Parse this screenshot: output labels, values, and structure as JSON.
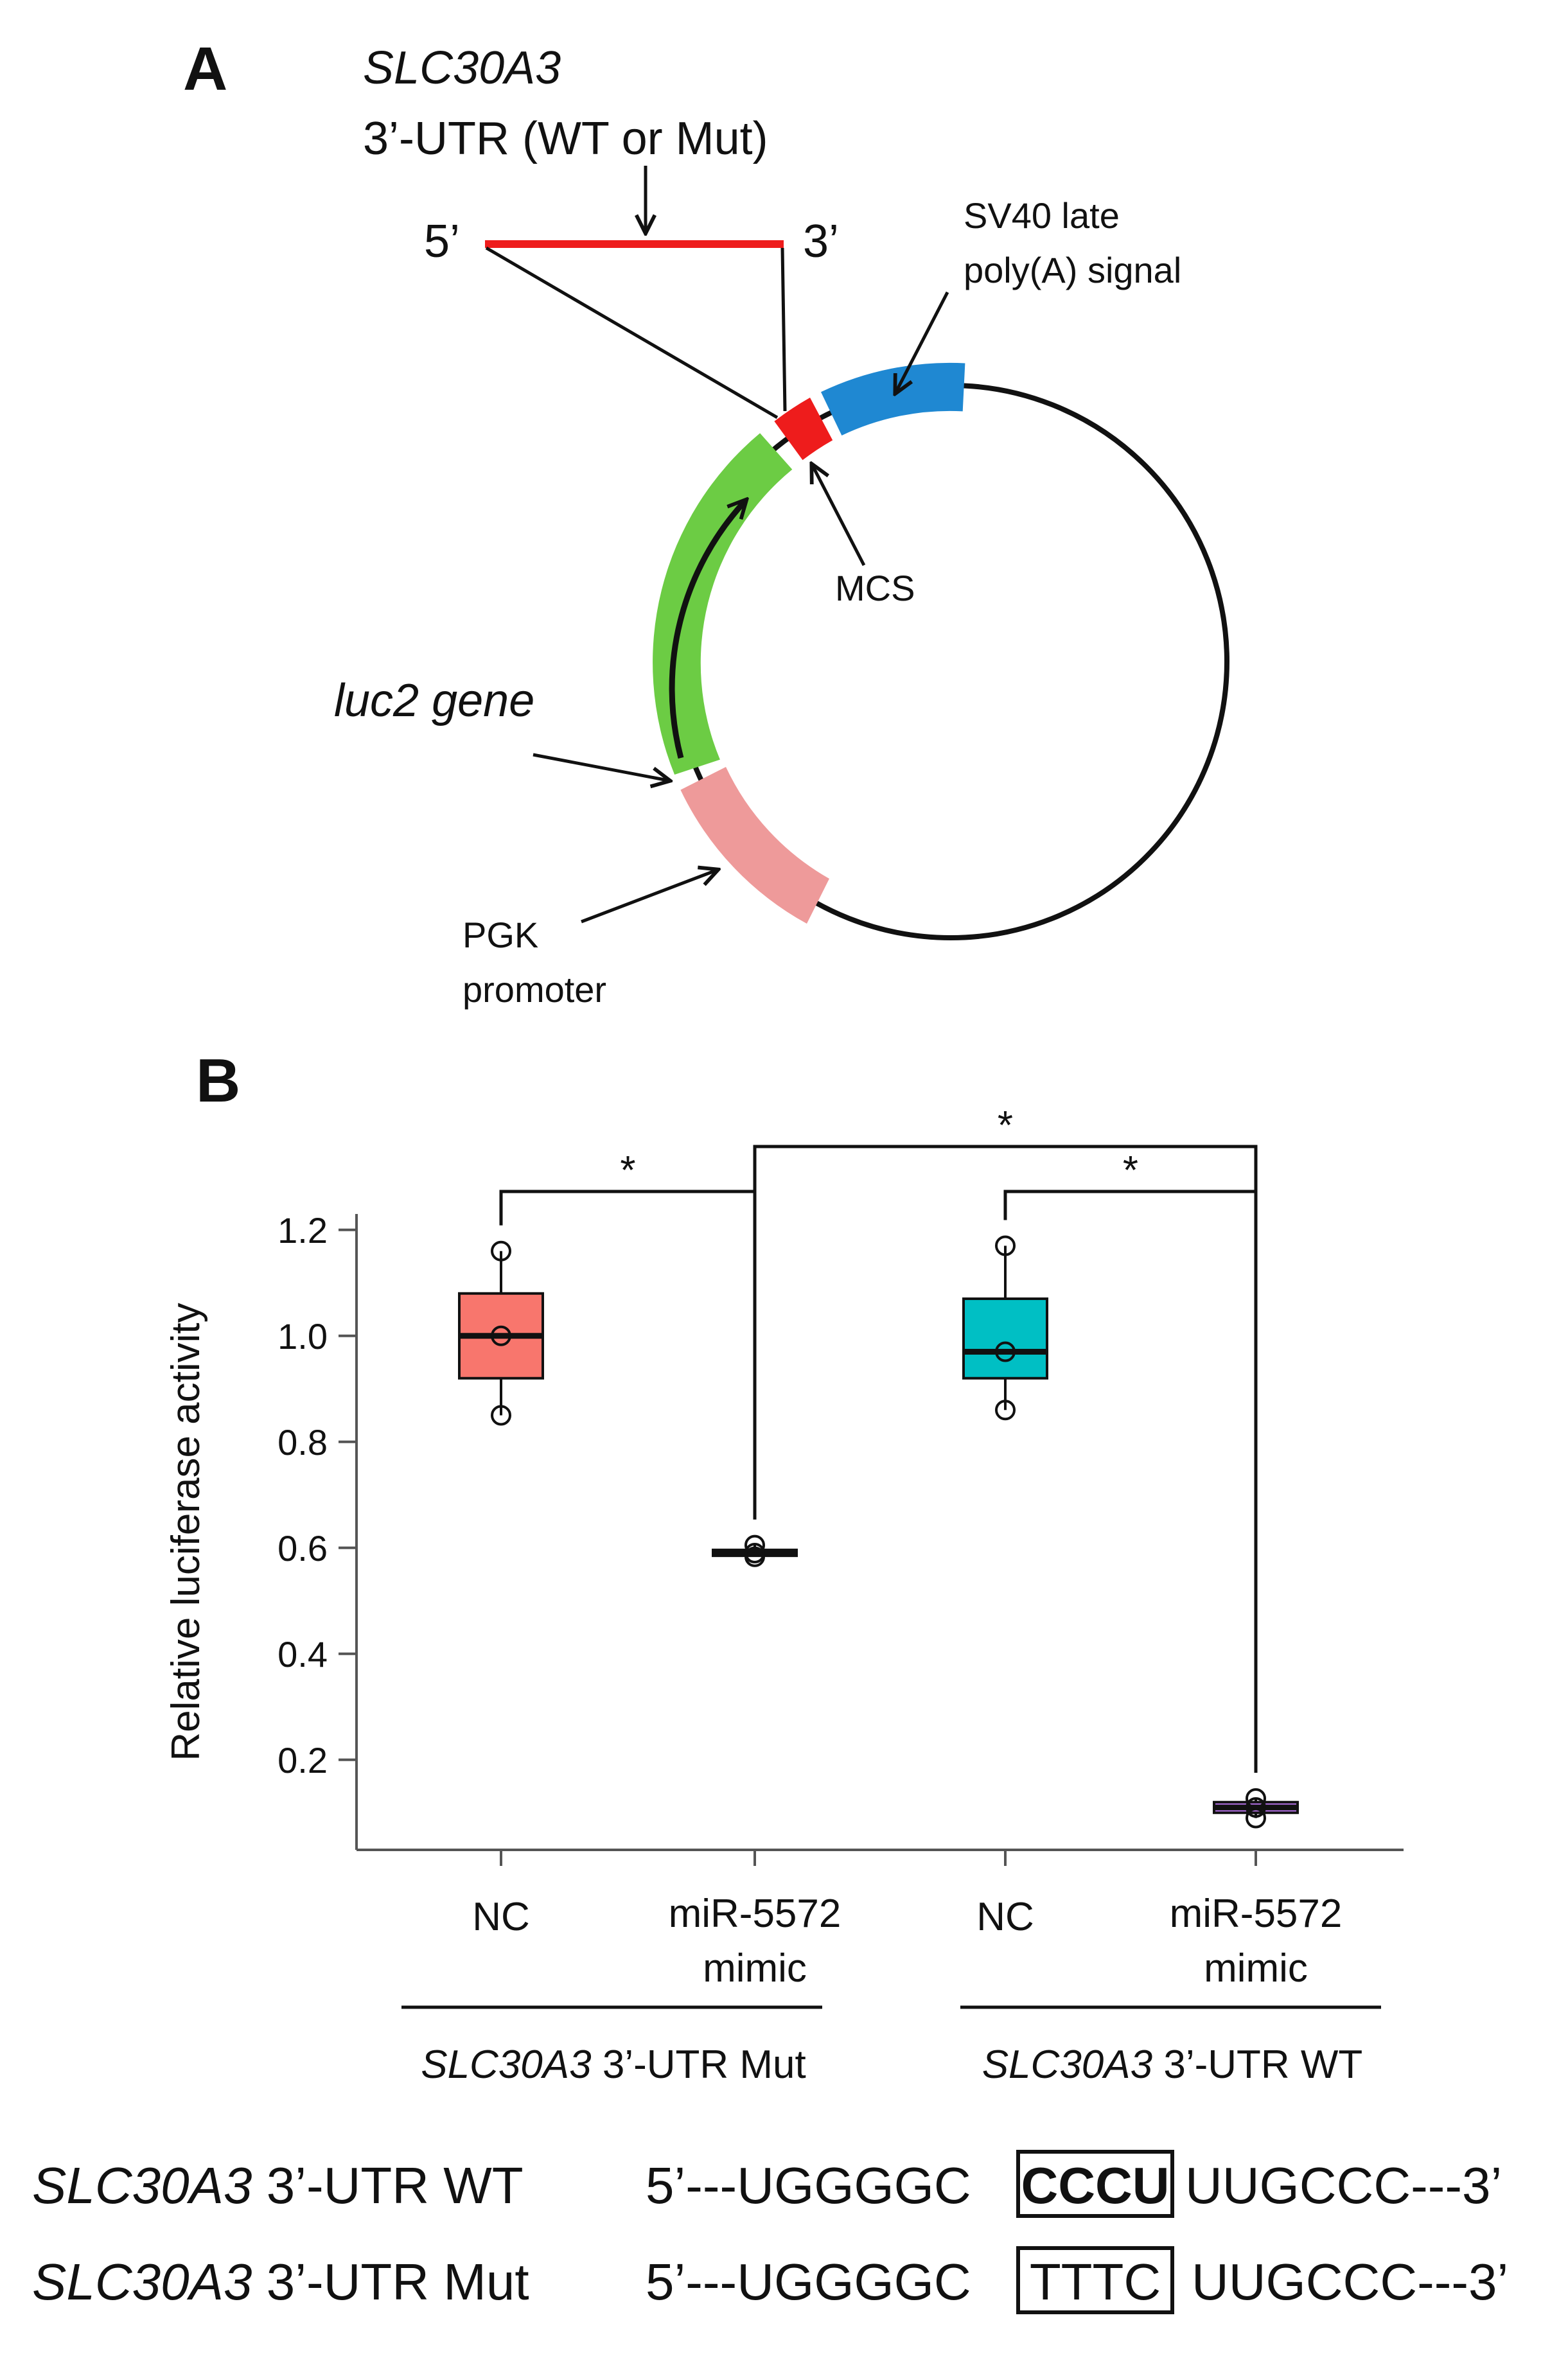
{
  "panel_a": {
    "letter": "A",
    "insert_gene": "SLC30A3",
    "insert_desc": "3’-UTR (WT or Mut)",
    "five_prime": "5’",
    "three_prime": "3’",
    "sv40_line1": "SV40 late",
    "sv40_line2": "poly(A) signal",
    "mcs": "MCS",
    "luc2": "luc2 gene",
    "pgk_line1": "PGK",
    "pgk_line2": "promoter",
    "colors": {
      "insert": "#ee1c1c",
      "sv40": "#1f88d2",
      "luc2": "#6ccc44",
      "pgk": "#ee9a9a",
      "backbone": "#111111"
    }
  },
  "panel_b": {
    "letter": "B",
    "significance_marker": "*",
    "group_labels": [
      {
        "gene": "SLC30A3",
        "rest": " 3’-UTR Mut"
      },
      {
        "gene": "SLC30A3",
        "rest": " 3’-UTR WT"
      }
    ],
    "x_labels": [
      {
        "line1": "NC",
        "line2": ""
      },
      {
        "line1": "miR-5572",
        "line2": "mimic"
      },
      {
        "line1": "NC",
        "line2": ""
      },
      {
        "line1": "miR-5572",
        "line2": "mimic"
      }
    ]
  },
  "chart_data": {
    "type": "box",
    "ylabel": "Relative luciferase activity",
    "ylim": [
      0.03,
      1.23
    ],
    "yticks": [
      0.2,
      0.4,
      0.6,
      0.8,
      1.0,
      1.2
    ],
    "ytick_labels": [
      "0.2",
      "0.4",
      "0.6",
      "0.8",
      "1.0",
      "1.2"
    ],
    "boxes": [
      {
        "group": "SLC30A3 3’-UTR Mut",
        "treatment": "NC",
        "color": "#f8766d",
        "whisker_low": 0.85,
        "q1": 0.92,
        "median": 1.0,
        "q3": 1.08,
        "whisker_high": 1.16,
        "points": [
          0.85,
          1.0,
          1.16
        ]
      },
      {
        "group": "SLC30A3 3’-UTR Mut",
        "treatment": "miR-5572 mimic",
        "color": "#c77cff",
        "whisker_low": 0.583,
        "q1": 0.585,
        "median": 0.59,
        "q3": 0.596,
        "whisker_high": 0.605,
        "points": [
          0.583,
          0.59,
          0.605
        ]
      },
      {
        "group": "SLC30A3 3’-UTR WT",
        "treatment": "NC",
        "color": "#00bfc4",
        "whisker_low": 0.86,
        "q1": 0.92,
        "median": 0.97,
        "q3": 1.07,
        "whisker_high": 1.17,
        "points": [
          0.86,
          0.97,
          1.17
        ]
      },
      {
        "group": "SLC30A3 3’-UTR WT",
        "treatment": "miR-5572 mimic",
        "color": "#c77cff",
        "whisker_low": 0.09,
        "q1": 0.1,
        "median": 0.11,
        "q3": 0.12,
        "whisker_high": 0.127,
        "points": [
          0.09,
          0.11,
          0.127
        ]
      }
    ],
    "comparisons": [
      {
        "between": [
          0,
          1
        ],
        "label": "*"
      },
      {
        "between": [
          2,
          3
        ],
        "label": "*"
      },
      {
        "between": [
          1,
          3
        ],
        "label": "*"
      }
    ]
  },
  "sequences": [
    {
      "gene": "SLC30A3",
      "rest": " 3’-UTR WT",
      "left": "5’---UGGGGC",
      "site": "CCCU",
      "right": "UUGCCC---3’",
      "site_color": "#111111"
    },
    {
      "gene": "SLC30A3",
      "rest": " 3’-UTR Mut",
      "left": "5’---UGGGGC",
      "site": "TTTC",
      "right": "UUGCCC---3’",
      "site_color": "#ee1c1c"
    }
  ]
}
